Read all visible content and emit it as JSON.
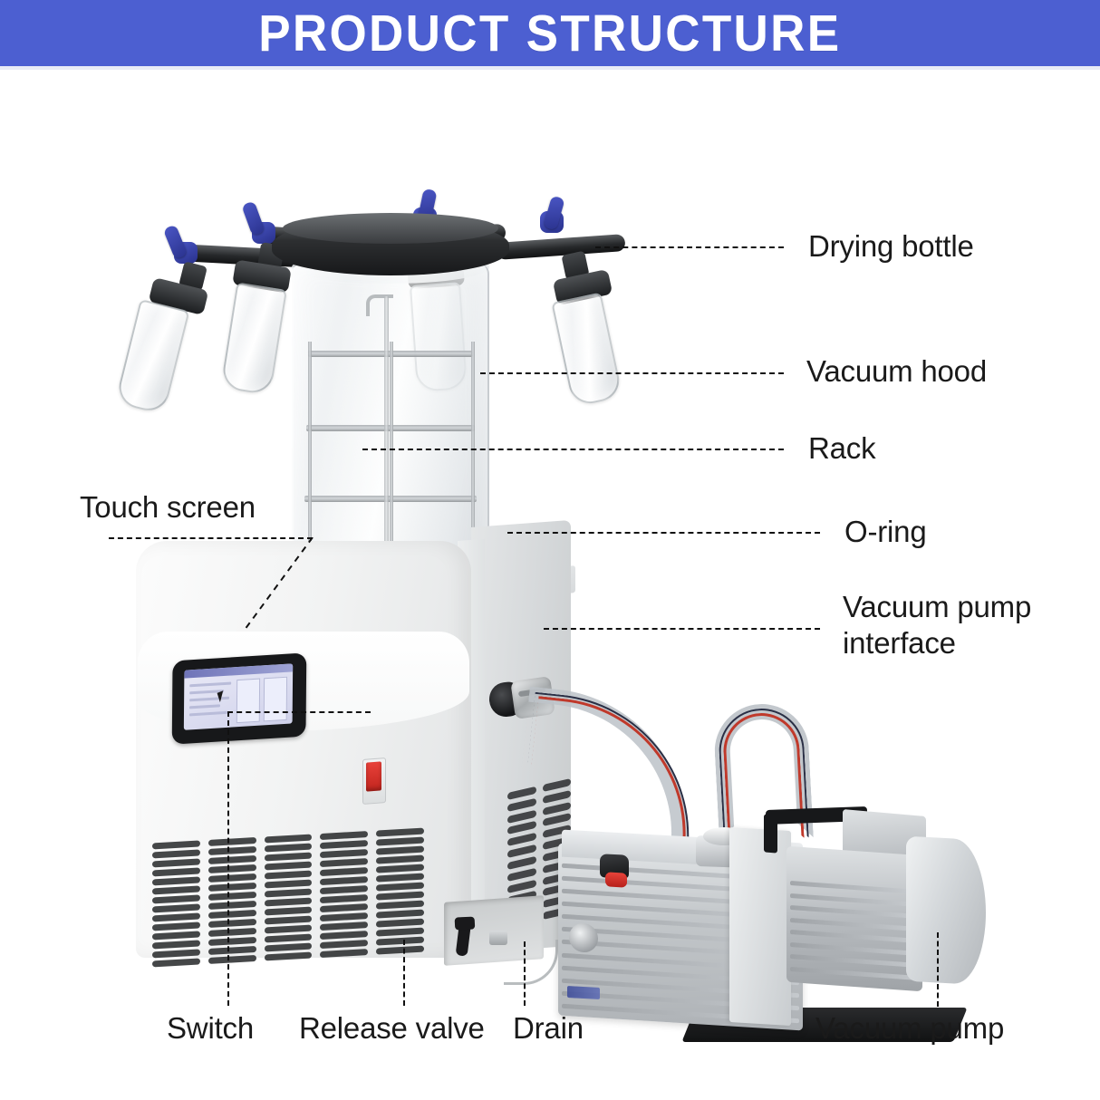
{
  "banner": {
    "title": "PRODUCT STRUCTURE",
    "background_color": "#4c5fd1",
    "text_color": "#ffffff"
  },
  "diagram": {
    "subject": "laboratory freeze dryer (lyophilizer) with vacuum pump",
    "callouts": [
      {
        "id": "drying-bottle",
        "label": "Drying bottle",
        "side": "right"
      },
      {
        "id": "vacuum-hood",
        "label": "Vacuum hood",
        "side": "right"
      },
      {
        "id": "rack",
        "label": "Rack",
        "side": "right"
      },
      {
        "id": "o-ring",
        "label": "O-ring",
        "side": "right"
      },
      {
        "id": "vacuum-pump-interface",
        "label": "Vacuum pump interface",
        "side": "right"
      },
      {
        "id": "touch-screen",
        "label": "Touch screen",
        "side": "left"
      },
      {
        "id": "switch",
        "label": "Switch",
        "side": "bottom"
      },
      {
        "id": "release-valve",
        "label": "Release valve",
        "side": "bottom"
      },
      {
        "id": "drain",
        "label": "Drain",
        "side": "bottom"
      },
      {
        "id": "vacuum-pump",
        "label": "Vacuum pump",
        "side": "bottom"
      }
    ],
    "vacuum_pump_interface_line1": "Vacuum pump",
    "vacuum_pump_interface_line2": "interface",
    "leader_line_color": "#111111",
    "leader_line_style": "dashed"
  }
}
